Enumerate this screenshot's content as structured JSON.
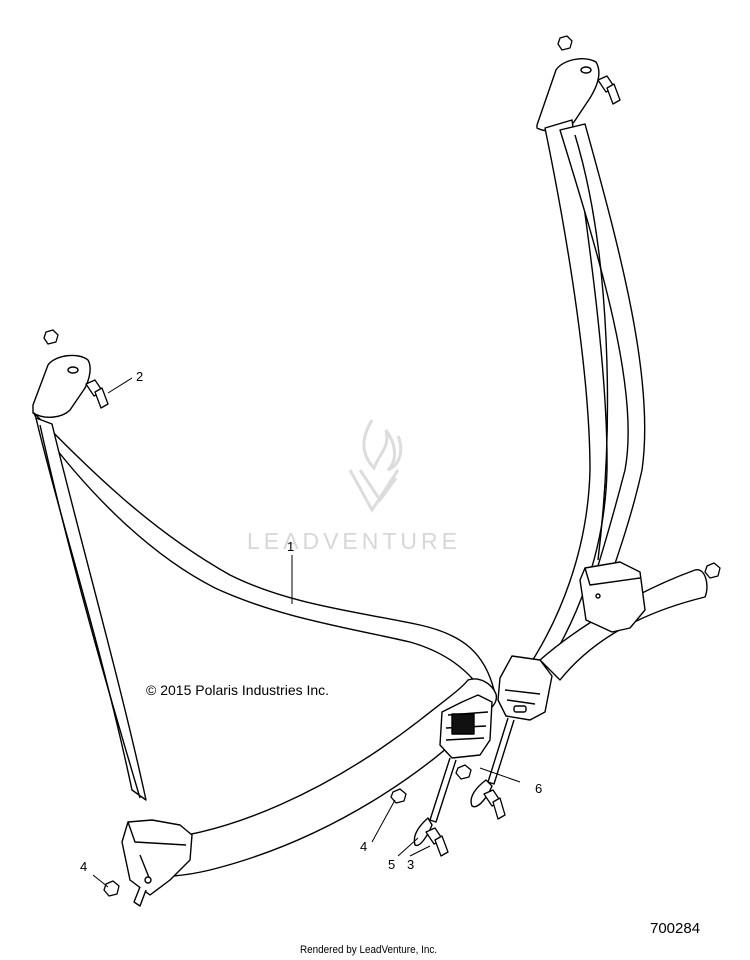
{
  "watermark": {
    "brand": "LEADVENTURE"
  },
  "copyright": "© 2015 Polaris Industries Inc.",
  "diagram_number": "700284",
  "footer": "Rendered by LeadVenture, Inc.",
  "callouts": [
    {
      "id": "c1",
      "label": "1"
    },
    {
      "id": "c2",
      "label": "2"
    },
    {
      "id": "c3",
      "label": "3"
    },
    {
      "id": "c4a",
      "label": "4"
    },
    {
      "id": "c4b",
      "label": "4"
    },
    {
      "id": "c5",
      "label": "5"
    },
    {
      "id": "c6",
      "label": "6"
    }
  ],
  "colors": {
    "line": "#000000",
    "watermark": "#d7d7d7"
  }
}
